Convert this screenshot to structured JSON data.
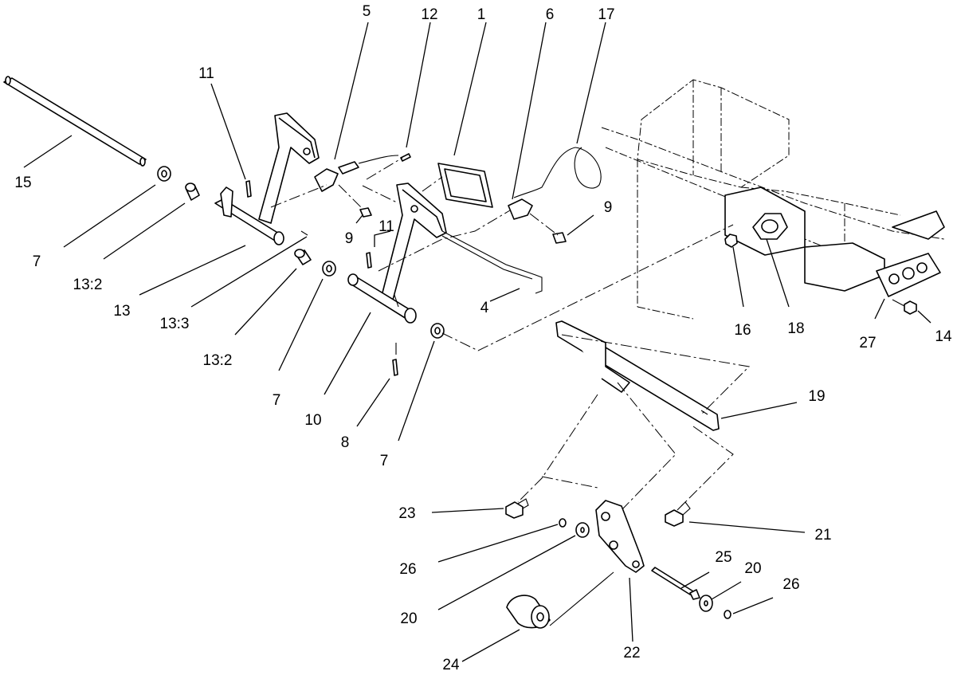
{
  "callouts": {
    "c1": "1",
    "c4": "4",
    "c5": "5",
    "c6": "6",
    "c7a": "7",
    "c7b": "7",
    "c7c": "7",
    "c8": "8",
    "c9a": "9",
    "c9b": "9",
    "c10": "10",
    "c11a": "11",
    "c11b": "11",
    "c12": "12",
    "c13": "13",
    "c13_2a": "13:2",
    "c13_2b": "13:2",
    "c13_3": "13:3",
    "c14": "14",
    "c15": "15",
    "c16": "16",
    "c17": "17",
    "c18": "18",
    "c19": "19",
    "c20a": "20",
    "c20b": "20",
    "c21": "21",
    "c22": "22",
    "c23": "23",
    "c24": "24",
    "c25": "25",
    "c26a": "26",
    "c26b": "26",
    "c27": "27"
  }
}
